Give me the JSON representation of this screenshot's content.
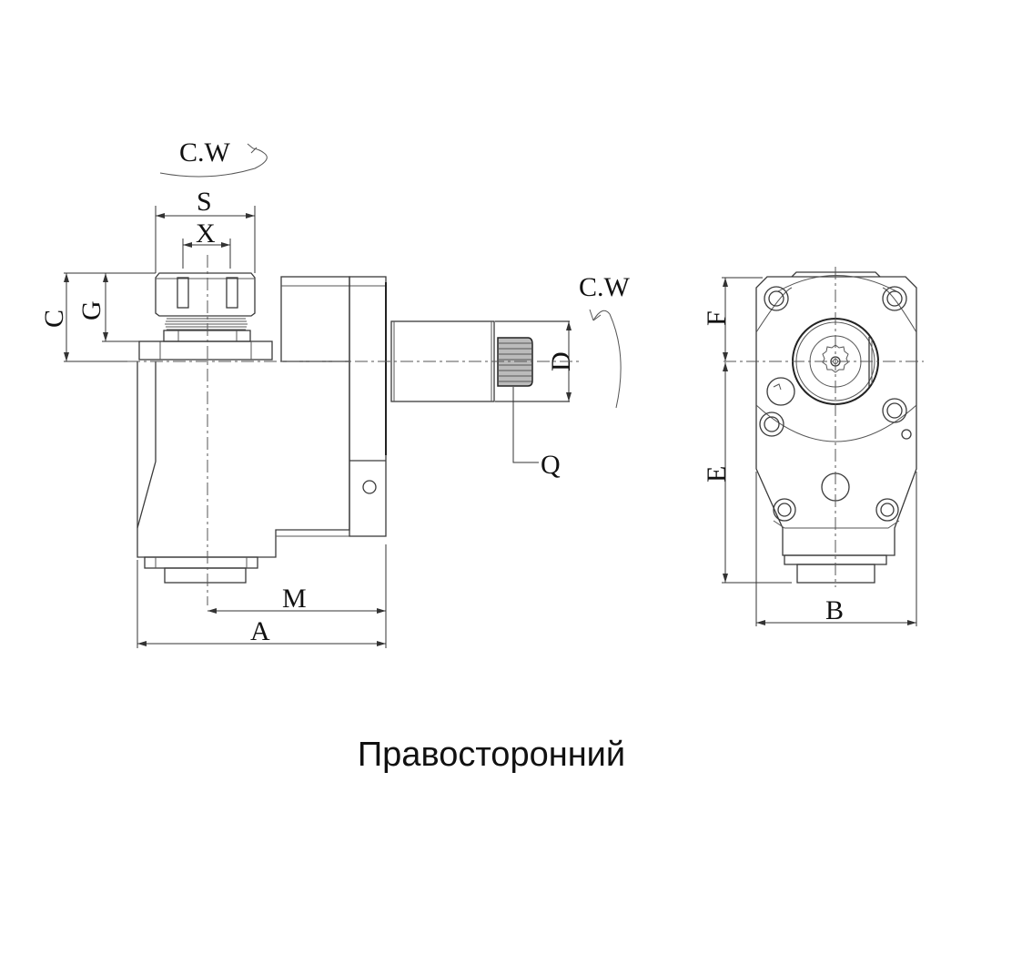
{
  "caption": "Правосторонний",
  "labels": {
    "rotation_top": "C.W",
    "rotation_side": "C.W",
    "S": "S",
    "X": "X",
    "C": "C",
    "G": "G",
    "D": "D",
    "Q": "Q",
    "M": "M",
    "A": "A",
    "F": "F",
    "E": "E",
    "B": "B"
  },
  "colors": {
    "line": "#3a3a3a",
    "background": "#ffffff",
    "text": "#111111"
  }
}
